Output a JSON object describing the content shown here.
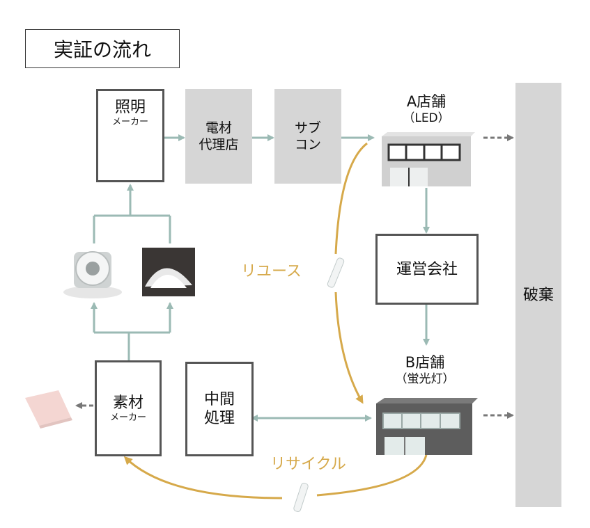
{
  "title": "実証の流れ",
  "nodes": {
    "lighting_maker": {
      "name": "照明",
      "sub": "メーカー"
    },
    "distributor": {
      "line1": "電材",
      "line2": "代理店"
    },
    "subcon": {
      "line1": "サブ",
      "line2": "コン"
    },
    "store_a": {
      "name": "A店舗",
      "sub": "（LED）"
    },
    "operator": {
      "name": "運営会社"
    },
    "store_b": {
      "name": "B店舗",
      "sub": "（蛍光灯）"
    },
    "intermediate": {
      "line1": "中間",
      "line2": "処理"
    },
    "material_maker": {
      "name": "素材",
      "sub": "メーカー"
    },
    "disposal": {
      "name": "破棄"
    }
  },
  "labels": {
    "reuse": "リユース",
    "recycle": "リサイクル"
  },
  "colors": {
    "arrow": "#9bbab4",
    "gold": "#d6a94a",
    "box_fill": "#d6d6d6",
    "border": "#555555"
  }
}
